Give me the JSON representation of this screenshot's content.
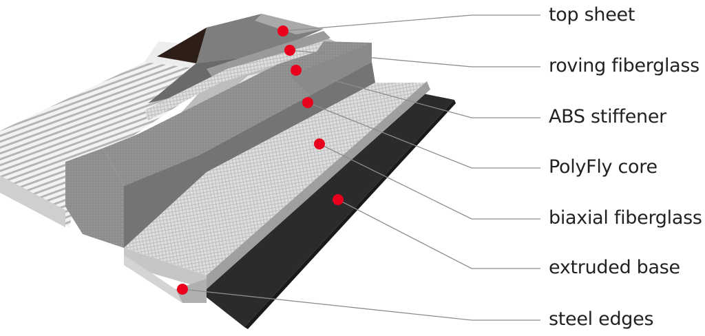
{
  "diagram": {
    "labels": [
      {
        "id": "top-sheet",
        "text": "top sheet"
      },
      {
        "id": "roving-fiberglass",
        "text": "roving fiberglass"
      },
      {
        "id": "abs-stiffener",
        "text": "ABS stiffener"
      },
      {
        "id": "polyfly-core",
        "text": "PolyFly core"
      },
      {
        "id": "biaxial-fiberglass",
        "text": "biaxial fiberglass"
      },
      {
        "id": "extruded-base",
        "text": "extruded base"
      },
      {
        "id": "steel-edges",
        "text": "steel edges"
      }
    ],
    "colors": {
      "marker": "#e8001c",
      "leader": "#8c8c8c",
      "label_text": "#222222",
      "base": "#2b2b2b",
      "core": "#8e8e8e",
      "mesh": "#d8d8d8",
      "abs": "#d6d6d6",
      "steel": "#c6c6c6"
    }
  }
}
